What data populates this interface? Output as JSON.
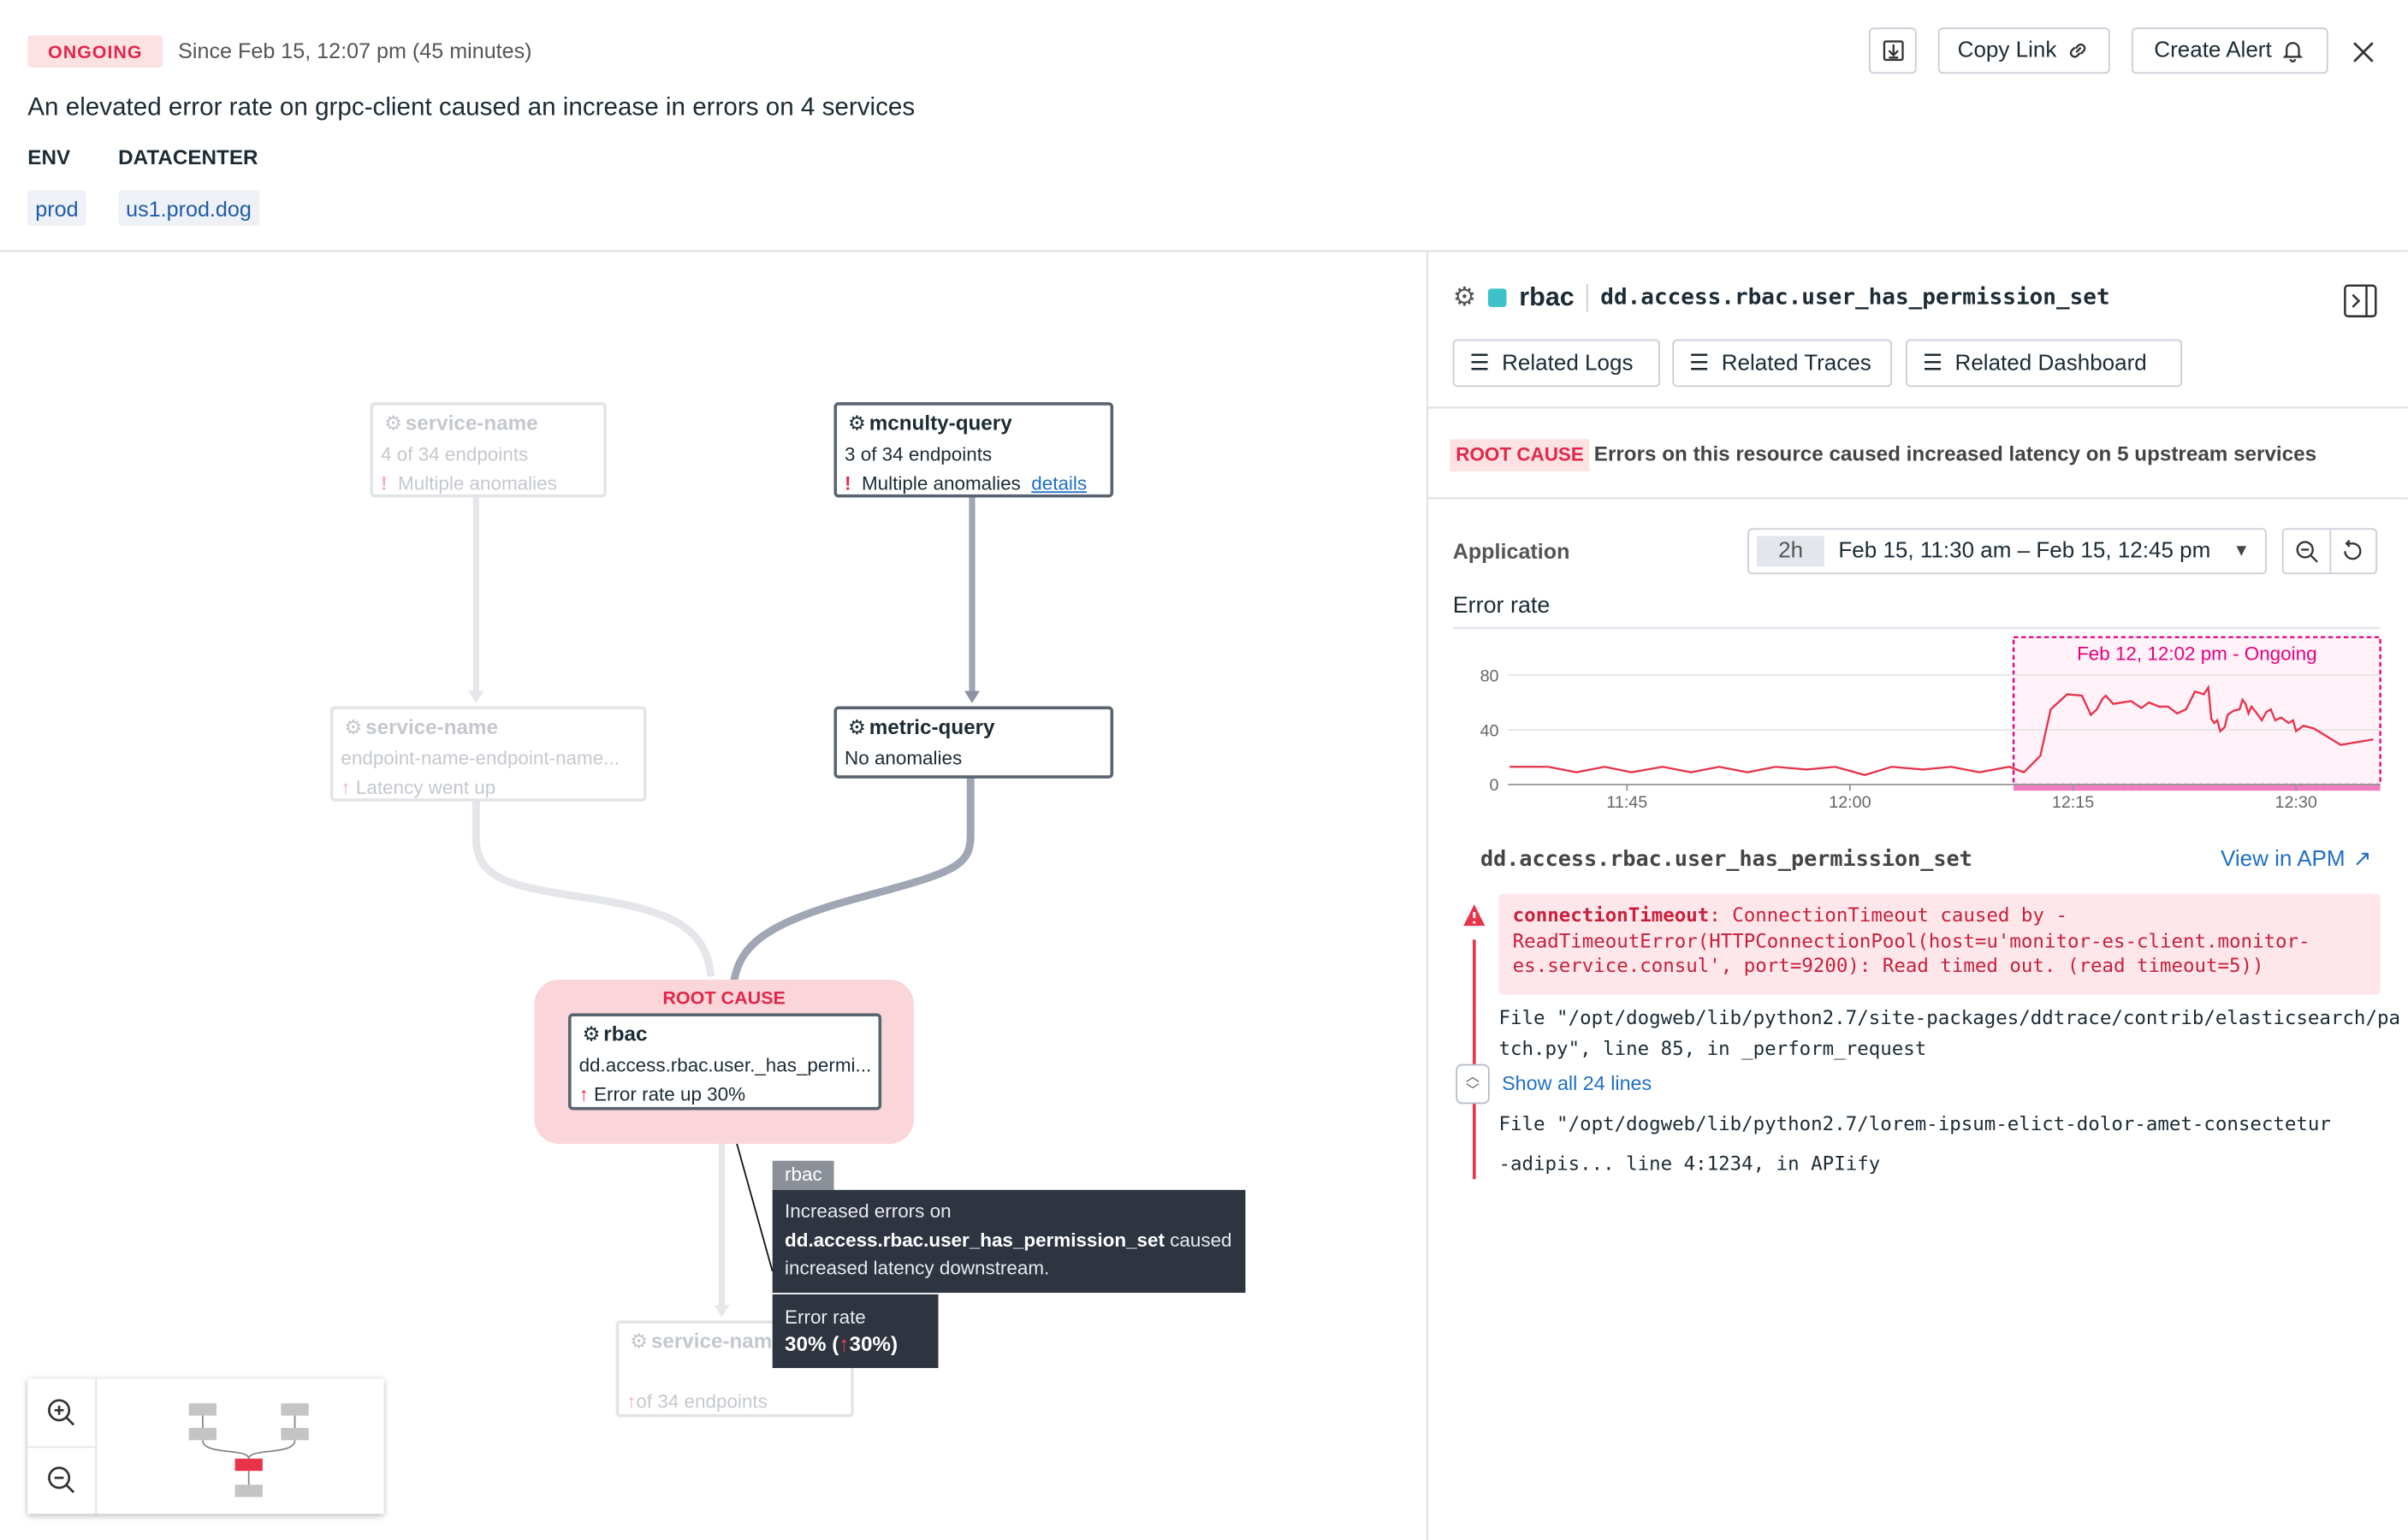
{
  "header": {
    "status": "ONGOING",
    "since": "Since Feb 15, 12:07 pm (45 minutes)",
    "title": "An elevated error rate on grpc-client caused an increase in errors on 4 services",
    "tags": [
      {
        "label": "ENV",
        "value": "prod"
      },
      {
        "label": "DATACENTER",
        "value": "us1.prod.dog"
      }
    ],
    "copy_link": "Copy Link",
    "create_alert": "Create Alert"
  },
  "graph": {
    "nodes": [
      {
        "name": "service-name",
        "line2": "4 of 34 endpoints",
        "line3": "Multiple anomalies"
      },
      {
        "name": "mcnulty-query",
        "line2": "3 of 34 endpoints",
        "line3": "Multiple anomalies",
        "link": "details"
      },
      {
        "name": "service-name",
        "line2": "endpoint-name-endpoint-name...",
        "line3": "Latency went up"
      },
      {
        "name": "metric-query",
        "line2": "No anomalies"
      },
      {
        "name": "rbac",
        "line2": "dd.access.rbac.user._has_permi...",
        "line3": "Error rate up 30%"
      },
      {
        "name": "service-name",
        "line3": "of 34 endpoints"
      }
    ],
    "root_cause_label": "ROOT CAUSE",
    "tooltip": {
      "service": "rbac",
      "text1": "Increased errors on",
      "resource": "dd.access.rbac.user_has_permission_set",
      "text2": " caused",
      "text3": "increased latency downstream.",
      "metric_label": "Error rate",
      "metric_value": "30% (",
      "metric_delta": "30%",
      "metric_end": ")"
    }
  },
  "panel": {
    "service": "rbac",
    "resource": "dd.access.rbac.user_has_permission_set",
    "status_color": "#3cc2c8",
    "buttons": [
      "Related Logs",
      "Related Traces",
      "Related Dashboard"
    ],
    "root_cause_badge": "ROOT CAUSE",
    "root_cause_text": "Errors on this resource caused increased latency on 5 upstream services",
    "scope": "Application",
    "range_chip": "2h",
    "range": "Feb 15, 11:30 am – Feb 15, 12:45 pm",
    "chart_title": "Error rate",
    "resource_heading": "dd.access.rbac.user_has_permission_set",
    "view_apm": "View in APM",
    "error": {
      "type": "connectionTimeout",
      "message": ": ConnectionTimeout caused by -",
      "line2": "ReadTimeoutError(HTTPConnectionPool(host=u'monitor-es-client.monitor-",
      "line3": "es.service.consul', port=9200): Read timed out. (read timeout=5))"
    },
    "trace": [
      "File \"/opt/dogweb/lib/python2.7/site-packages/ddtrace/contrib/elasticsearch/pa",
      "tch.py\", line 85, in _perform_request",
      "File \"/opt/dogweb/lib/python2.7/lorem-ipsum-elict-dolor-amet-consectetur",
      "-adipis... line 4:1234, in APIify"
    ],
    "show_all": "Show all 24 lines"
  },
  "chart_data": {
    "type": "line",
    "title": "Error rate",
    "ylim": [
      0,
      110
    ],
    "yticks": [
      0,
      40,
      80
    ],
    "xlim": [
      "11:37:00",
      "12:35:40"
    ],
    "xticks": [
      "11:45",
      "12:00",
      "12:15",
      "12:30"
    ],
    "grid": true,
    "annotation": {
      "label": "Feb 12, 12:02 pm - Ongoing",
      "start": "12:11:00",
      "color": "#e5007e"
    },
    "line_color": "#e8334a",
    "series": [
      {
        "x": [
          "11:37:06",
          "11:39:42",
          "11:41:36",
          "11:43:30",
          "11:45:18",
          "11:47:24",
          "11:49:18",
          "11:51:12",
          "11:53:06",
          "11:55:00",
          "11:57:06",
          "11:59:00",
          "12:01:00",
          "12:02:48",
          "12:04:54",
          "12:06:48",
          "12:08:42",
          "12:10:42",
          "12:11:42",
          "12:12:48",
          "12:13:30",
          "12:14:36",
          "12:15:36",
          "12:16:12",
          "12:16:36",
          "12:17:00",
          "12:17:12",
          "12:17:42",
          "12:18:54",
          "12:19:36",
          "12:20:06",
          "12:20:48",
          "12:21:24",
          "12:22:00",
          "12:22:36",
          "12:23:12",
          "12:23:48",
          "12:24:06",
          "12:24:18",
          "12:24:30",
          "12:24:42",
          "12:24:54",
          "12:25:12",
          "12:25:24",
          "12:25:48",
          "12:26:12",
          "12:26:24",
          "12:26:36",
          "12:26:48",
          "12:27:00",
          "12:27:18",
          "12:27:42",
          "12:28:00",
          "12:28:18",
          "12:28:36",
          "12:29:00",
          "12:29:30",
          "12:29:48",
          "12:30:00",
          "12:30:30",
          "12:31:12",
          "12:33:00",
          "12:35:12"
        ],
        "y": [
          13,
          13,
          9,
          13,
          9,
          13,
          9,
          13,
          9,
          13,
          11,
          13,
          7,
          13,
          11,
          13,
          9,
          13,
          9,
          21,
          55,
          66,
          65,
          51,
          55,
          63,
          65,
          59,
          61,
          56,
          60,
          57,
          57,
          52,
          55,
          68,
          66,
          71,
          48,
          45,
          47,
          39,
          42,
          51,
          54,
          55,
          62,
          59,
          52,
          57,
          53,
          47,
          53,
          55,
          47,
          49,
          45,
          47,
          39,
          43,
          41,
          29,
          33
        ]
      }
    ]
  }
}
